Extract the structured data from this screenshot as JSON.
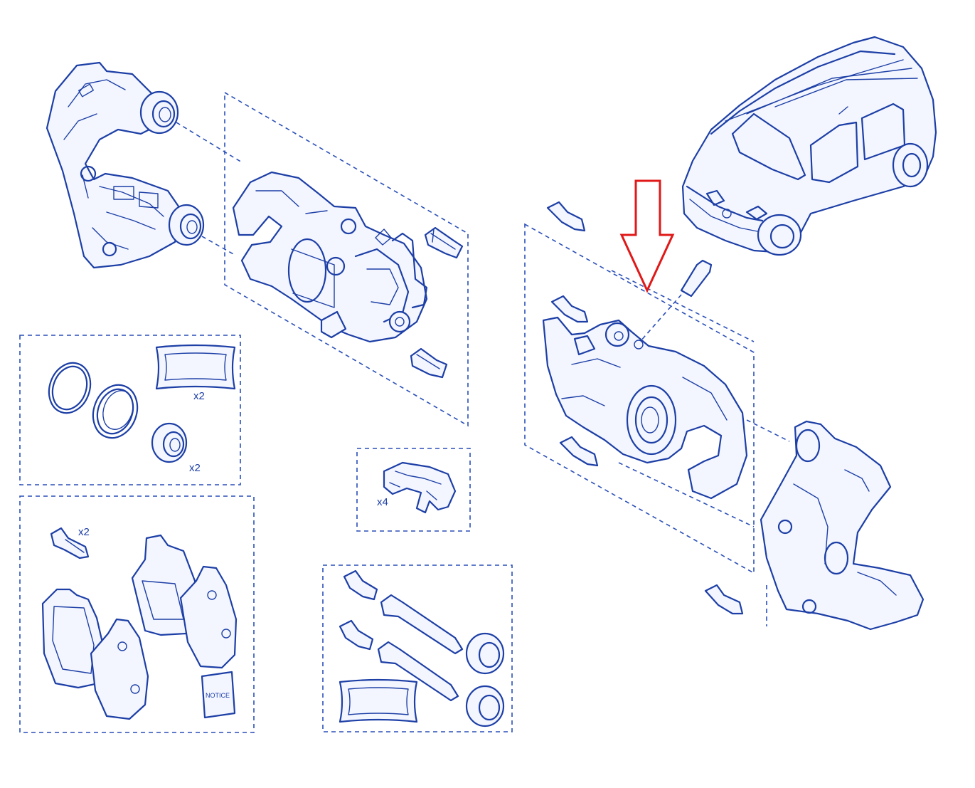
{
  "labels": {
    "qty_pad_strip": "x2",
    "qty_seal": "x2",
    "qty_clip": "x4",
    "qty_bolt_pad": "x2",
    "notice": "NOTICE"
  },
  "colors": {
    "line": "#1d3fa6",
    "highlight_arrow": "#e01818",
    "background": "#ffffff"
  }
}
